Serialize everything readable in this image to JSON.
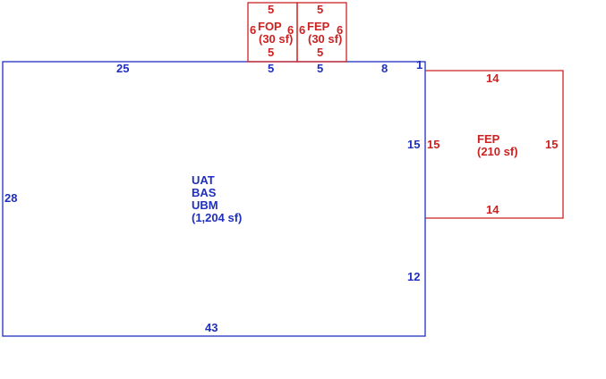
{
  "colors": {
    "main_building": "#1f2fbf",
    "additions": "#cc2222",
    "background": "#ffffff"
  },
  "main": {
    "codes": [
      "UAT",
      "BAS",
      "UBM"
    ],
    "area": "(1,204 sf)",
    "dims": {
      "top_left": "25",
      "top_mid1": "5",
      "top_mid2": "5",
      "top_right": "8",
      "corner": "1",
      "left": "28",
      "right_upper": "15",
      "right_lower": "12",
      "bottom": "43"
    }
  },
  "fop": {
    "code": "FOP",
    "area": "(30 sf)",
    "dims": {
      "top": "5",
      "bottom": "5",
      "left": "6",
      "right": "6"
    }
  },
  "fep_small": {
    "code": "FEP",
    "area": "(30 sf)",
    "dims": {
      "top": "5",
      "bottom": "5",
      "left": "6",
      "right": "6"
    }
  },
  "fep_large": {
    "code": "FEP",
    "area": "(210 sf)",
    "dims": {
      "top": "14",
      "bottom": "14",
      "left": "15",
      "right": "15"
    }
  }
}
